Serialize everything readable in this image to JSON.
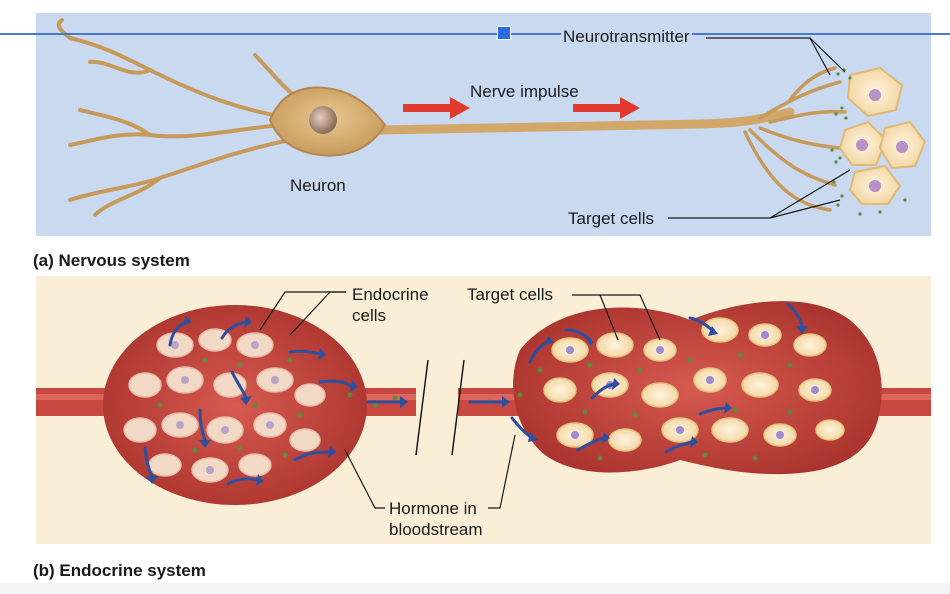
{
  "nervous": {
    "caption": "(a) Nervous system",
    "neuron_label": "Neuron",
    "impulse_label": "Nerve impulse",
    "neurotransmitter_label": "Neurotransmitter",
    "target_label": "Target cells"
  },
  "endocrine": {
    "caption": "(b) Endocrine system",
    "endocrine_cells_line1": "Endocrine",
    "endocrine_cells_line2": "cells",
    "target_label": "Target cells",
    "hormone_line1": "Hormone in",
    "hormone_line2": "bloodstream"
  },
  "colors": {
    "panel_a_bg": "#c9daf0",
    "panel_b_bg": "#fbeed6",
    "arrow_red": "#e03a2f",
    "arrow_blue": "#2e4fa0",
    "vessel_red": "#c8473f",
    "neuron_tan": "#d9ae72",
    "selection_blue": "#4a78d8"
  }
}
